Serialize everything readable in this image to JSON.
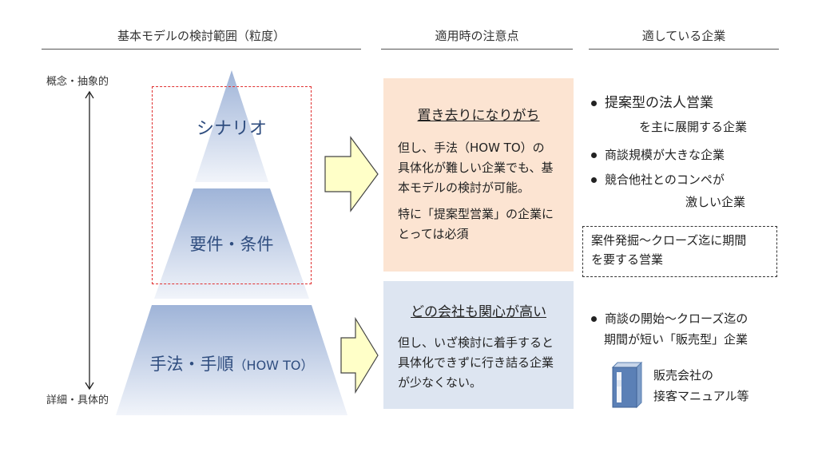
{
  "headers": {
    "model": "基本モデルの検討範囲（粒度）",
    "notes": "適用時の注意点",
    "suited": "適している企業"
  },
  "scale": {
    "top": "概念・抽象的",
    "bottom": "詳細・具体的"
  },
  "pyramid": {
    "tier1": "シナリオ",
    "tier2": "要件・条件",
    "tier3_main": "手法・手順",
    "tier3_sub": "（HOW TO）"
  },
  "upper_panel": {
    "title": "置き去りになりがち",
    "line1": "但し、手法（HOW TO）の",
    "line2": "具体化が難しい企業でも、基",
    "line3": "本モデルの検討が可能。",
    "line4": "特に「提案型営業」の企業に",
    "line5": "とっては必須"
  },
  "lower_panel": {
    "title": "どの会社も関心が高い",
    "line1": "但し、いざ検討に着手すると",
    "line2": "具体化できずに行き詰る企業",
    "line3": "が少なくない。"
  },
  "upper_suited": {
    "b1_line1": "提案型の法人営業",
    "b1_line2": "を主に展開する企業",
    "b2": "商談規模が大きな企業",
    "b3_line1": "競合他社とのコンペが",
    "b3_line2": "激しい企業",
    "box_line1": "案件発掘～クローズ迄に期間",
    "box_line2": "を要する営業"
  },
  "lower_suited": {
    "b1_line1": "商談の開始～クローズ迄の",
    "b1_line2": "期間が短い「販売型」企業",
    "binder_line1": "販売会社の",
    "binder_line2": "接客マニュアル等"
  },
  "colors": {
    "pyramid_top": "#9fb4d8",
    "pyramid_bottom": "#f1f4fa",
    "upper_panel_bg": "#fce4d2",
    "lower_panel_bg": "#dde5f1",
    "arrow_fill": "#ffffc8",
    "dash_red": "#e03030"
  }
}
